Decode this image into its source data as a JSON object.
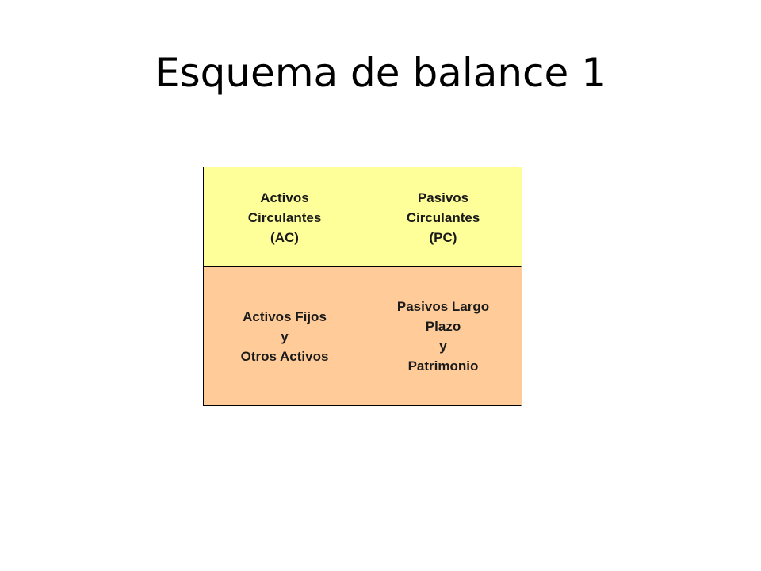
{
  "slide": {
    "title": "Esquema de balance 1"
  },
  "diagram": {
    "current_assets": {
      "line1": "Activos",
      "line2": "Circulantes",
      "line3": "(AC)",
      "fill": "#ffff99"
    },
    "current_liabilities": {
      "line1": "Pasivos",
      "line2": "Circulantes",
      "line3": "(PC)",
      "fill": "#ffff99"
    },
    "fixed_assets": {
      "line1": "Activos Fijos",
      "line2": "y",
      "line3": "Otros Activos",
      "fill": "#ffcc99"
    },
    "long_term_liabilities": {
      "line1": "Pasivos Largo",
      "line2": "Plazo",
      "line3": "y",
      "line4": "Patrimonio",
      "fill": "#ffcc99"
    }
  }
}
